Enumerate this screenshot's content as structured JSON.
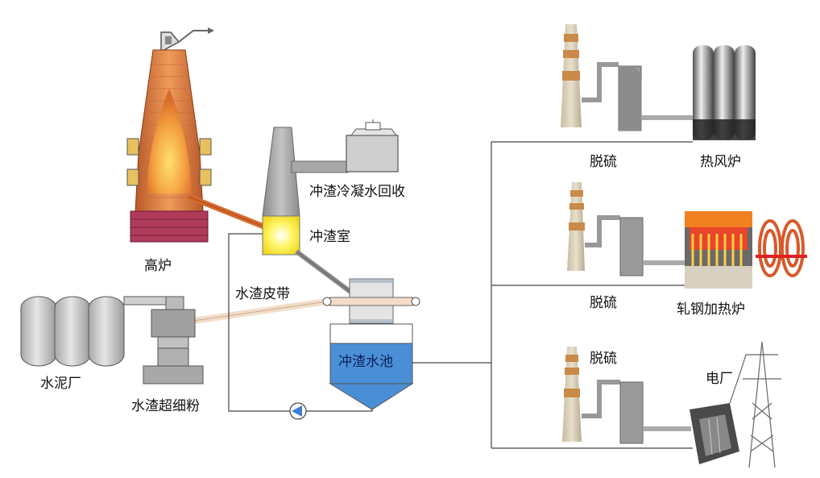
{
  "title": "高炉冲渣水余热利用工艺流程示意",
  "colors": {
    "line": "#333333",
    "furnace": "#e07a3a",
    "stack_gray": "#9a9a9a",
    "hot_yellow": "#ffee44",
    "pool_blue": "#4a8fd6",
    "pump_blue": "#3a7fd0",
    "belt": "#f3ddc8",
    "chimney_band": "#c98a4a"
  },
  "labels": {
    "blast_furnace": "高炉",
    "condensate_recovery": "冲渣冷凝水回收",
    "slag_flushing_room": "冲渣室",
    "slag_belt": "水渣皮带",
    "slag_pool": "冲渣水池",
    "slag_powder": "水渣超细粉",
    "cement_plant": "水泥厂",
    "desulfurization_1": "脱硫",
    "desulfurization_2": "脱硫",
    "desulfurization_3": "脱硫",
    "hot_blast_stove": "热风炉",
    "rolling_furnace": "轧钢加热炉",
    "power_plant": "电厂"
  },
  "nodes": [
    {
      "id": "blast_furnace",
      "label": "高炉"
    },
    {
      "id": "slag_flushing_room",
      "label": "冲渣室"
    },
    {
      "id": "condensate_recovery",
      "label": "冲渣冷凝水回收"
    },
    {
      "id": "slag_belt",
      "label": "水渣皮带"
    },
    {
      "id": "slag_pool",
      "label": "冲渣水池"
    },
    {
      "id": "slag_powder",
      "label": "水渣超细粉"
    },
    {
      "id": "cement_plant",
      "label": "水泥厂"
    },
    {
      "id": "hot_blast_stove",
      "label": "热风炉"
    },
    {
      "id": "rolling_furnace",
      "label": "轧钢加热炉"
    },
    {
      "id": "power_plant",
      "label": "电厂"
    }
  ],
  "edges": [
    {
      "from": "blast_furnace",
      "to": "slag_flushing_room"
    },
    {
      "from": "slag_flushing_room",
      "to": "condensate_recovery"
    },
    {
      "from": "slag_flushing_room",
      "to": "slag_pool"
    },
    {
      "from": "slag_pool",
      "to": "slag_flushing_room",
      "via": "pump"
    },
    {
      "from": "slag_belt",
      "to": "slag_powder"
    },
    {
      "from": "slag_powder",
      "to": "cement_plant"
    },
    {
      "from": "slag_pool",
      "to": "hot_blast_stove",
      "via": "desulfurization"
    },
    {
      "from": "slag_pool",
      "to": "rolling_furnace",
      "via": "desulfurization"
    },
    {
      "from": "slag_pool",
      "to": "power_plant",
      "via": "desulfurization"
    }
  ]
}
